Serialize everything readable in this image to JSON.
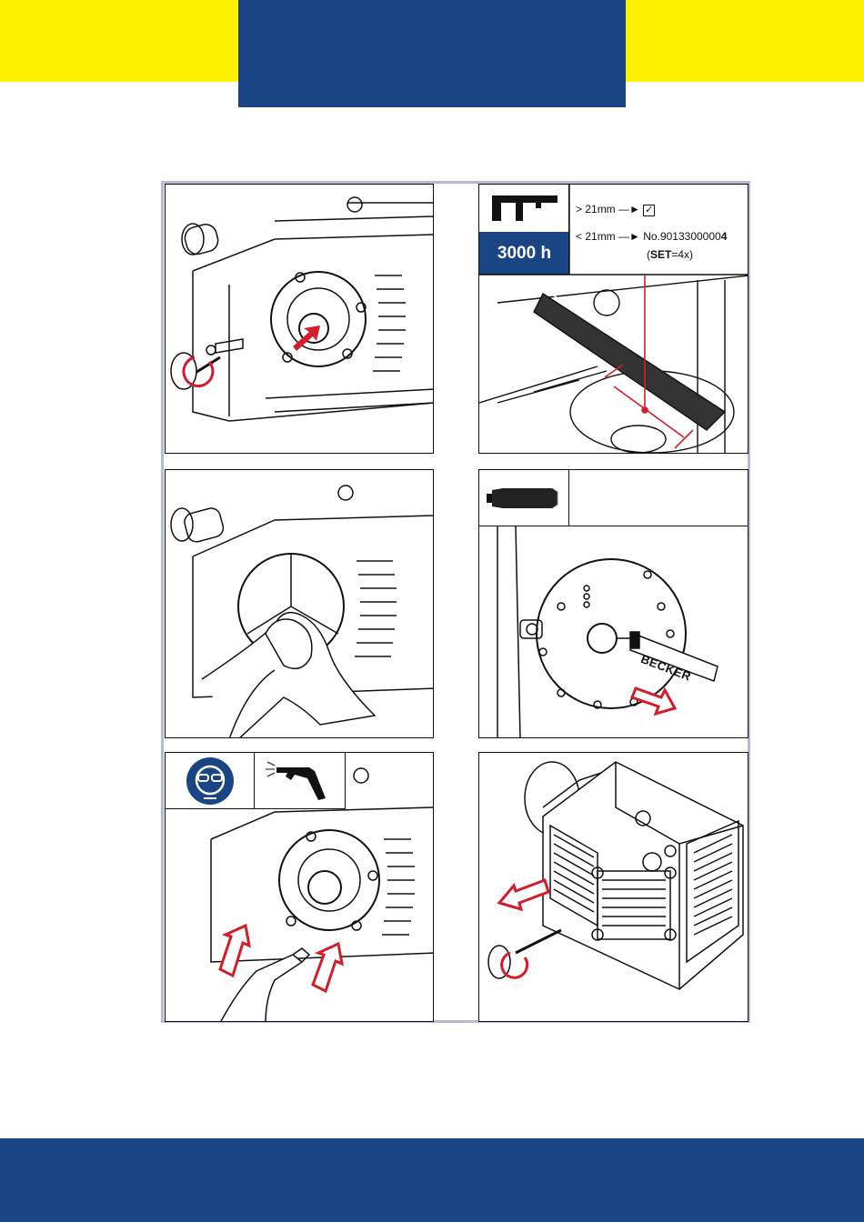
{
  "colors": {
    "yellow": "#fff200",
    "blue": "#1a4584",
    "red": "#d51c2a",
    "frame": "#b6b8dc"
  },
  "panels": [
    {
      "id": "step-remove-screws",
      "icons": [
        "wrench-key-icon",
        "screw-icon",
        "red-arrow-icon"
      ]
    },
    {
      "id": "step-check-vane-wear",
      "icons": [
        "caliper-icon"
      ],
      "maintenance_interval": "3000 h",
      "spec": {
        "ok_condition": "> 21mm",
        "ok_result_icon": "checkbox-checked-icon",
        "replace_condition": "< 21mm",
        "replace_part_prefix": "No.",
        "replace_part_number": "9013300000",
        "replace_part_suffix": "4",
        "set_open": "(",
        "set_label": "SET",
        "set_quantity": "=4x)"
      }
    },
    {
      "id": "step-clean-housing",
      "icons": [
        "hand-wiping-cloth-icon"
      ]
    },
    {
      "id": "step-apply-grease",
      "icons": [
        "grease-tube-icon",
        "red-arrow-icon"
      ],
      "tube_brand": "BECKER"
    },
    {
      "id": "step-blow-out",
      "icons": [
        "safety-goggles-icon",
        "air-blow-gun-icon",
        "red-arrow-icon"
      ]
    },
    {
      "id": "step-reassemble",
      "icons": [
        "wrench-key-icon",
        "red-arrow-icon"
      ]
    }
  ]
}
